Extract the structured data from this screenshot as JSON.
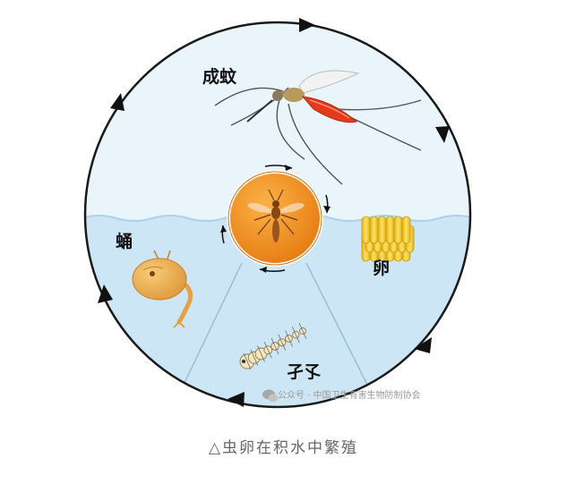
{
  "labels": {
    "adult": "成蚊",
    "egg": "卵",
    "pupa": "蛹",
    "larva": "孑孓"
  },
  "watermark": "公众号 · 中国卫生有害生物防制协会",
  "caption": "△虫卵在积水中繁殖",
  "colors": {
    "sky": "#e7f3fb",
    "water": "#cfe7f6",
    "ring": "#1a1a1a",
    "center_disc": "#f08a1a",
    "egg": "#f2c21c",
    "pupa": "#f0b255",
    "larva": "#f3e6bf"
  },
  "icons": [
    "mosquito-adult-icon",
    "mosquito-center-icon",
    "egg-raft-icon",
    "pupa-icon",
    "larva-icon",
    "wechat-icon"
  ]
}
